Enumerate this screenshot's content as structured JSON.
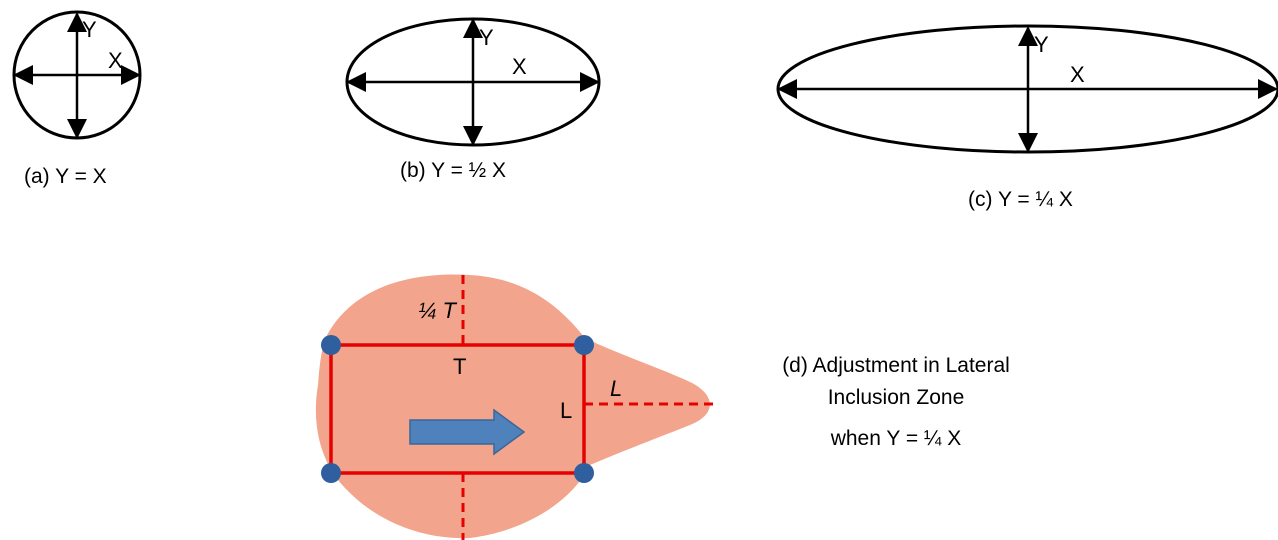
{
  "colors": {
    "stroke": "#000000",
    "zone_fill": "#F2A58C",
    "zone_edge": "#E60000",
    "corner_dot": "#2F5F9E",
    "arrow_fill": "#4F81BD",
    "arrow_edge": "#3A6699"
  },
  "panels": {
    "a": {
      "caption": "(a) Y = X",
      "y_label": "Y",
      "x_label": "X"
    },
    "b": {
      "caption": "(b) Y = ½ X",
      "y_label": "Y",
      "x_label": "X"
    },
    "c": {
      "caption": "(c) Y = ¼ X",
      "y_label": "Y",
      "x_label": "X"
    },
    "d": {
      "caption_line1": "(d) Adjustment in Lateral",
      "caption_line2": "Inclusion Zone",
      "caption_line3": "when Y = ¼ X",
      "quarter_t_label": "¼ T",
      "t_label": "T",
      "l_label": "L",
      "l_ext_label": "L"
    }
  }
}
